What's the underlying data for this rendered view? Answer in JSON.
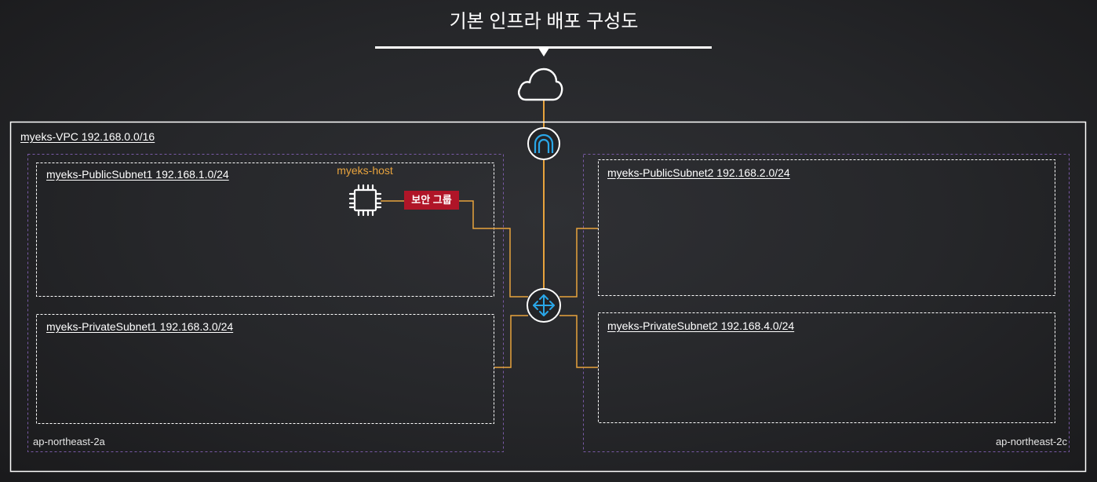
{
  "title": "기본 인프라 배포 구성도",
  "vpc": {
    "label": "myeks-VPC 192.168.0.0/16",
    "availability_zones": [
      {
        "label": "ap-northeast-2a",
        "subnets": [
          {
            "label": "myeks-PublicSubnet1 192.168.1.0/24"
          },
          {
            "label": "myeks-PrivateSubnet1 192.168.3.0/24"
          }
        ]
      },
      {
        "label": "ap-northeast-2c",
        "subnets": [
          {
            "label": "myeks-PublicSubnet2 192.168.2.0/24"
          },
          {
            "label": "myeks-PrivateSubnet2 192.168.4.0/24"
          }
        ]
      }
    ]
  },
  "host": {
    "label": "myeks-host",
    "icon": "ec2-instance-icon"
  },
  "security_group": {
    "label": "보안 그룹"
  },
  "icons": {
    "internet": "cloud-icon",
    "gateway": "internet-gateway-icon",
    "router": "router-icon",
    "instance": "ec2-instance-icon"
  },
  "colors": {
    "connection_line": "#e8a33d",
    "vpc_border": "#ffffff",
    "az_border": "#7a5aa8",
    "subnet_border": "#ffffff",
    "icon_accent": "#2aa7e8",
    "security_group": "#b01528",
    "host_label": "#e8a33d"
  }
}
